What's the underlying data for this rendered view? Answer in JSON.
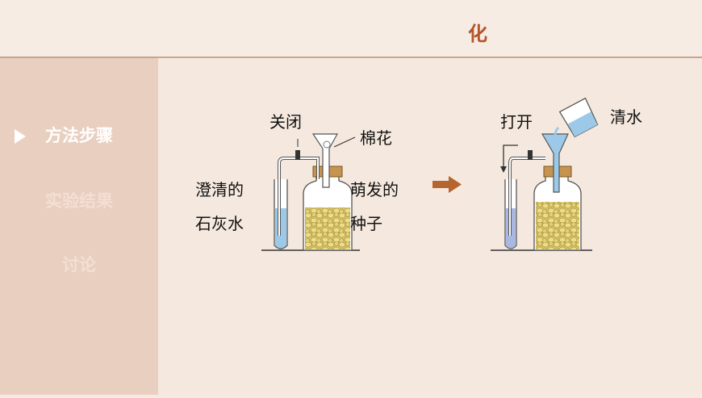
{
  "header": {
    "title": "化"
  },
  "sidebar": {
    "items": [
      {
        "label": "方法步骤",
        "active": true
      },
      {
        "label": "实验结果",
        "active": false
      },
      {
        "label": "讨论",
        "active": false
      }
    ]
  },
  "diagram": {
    "left": {
      "label_closed": "关闭",
      "label_cotton": "棉花",
      "label_limewater_1": "澄清的",
      "label_limewater_2": "石灰水",
      "label_seeds_1": "萌发的",
      "label_seeds_2": "种子"
    },
    "right": {
      "label_open": "打开",
      "label_water": "清水"
    },
    "colors": {
      "arrow": "#b5652e",
      "cork": "#c6944e",
      "liquid": "#9cc9e8",
      "seed": "#e7d27b"
    }
  }
}
